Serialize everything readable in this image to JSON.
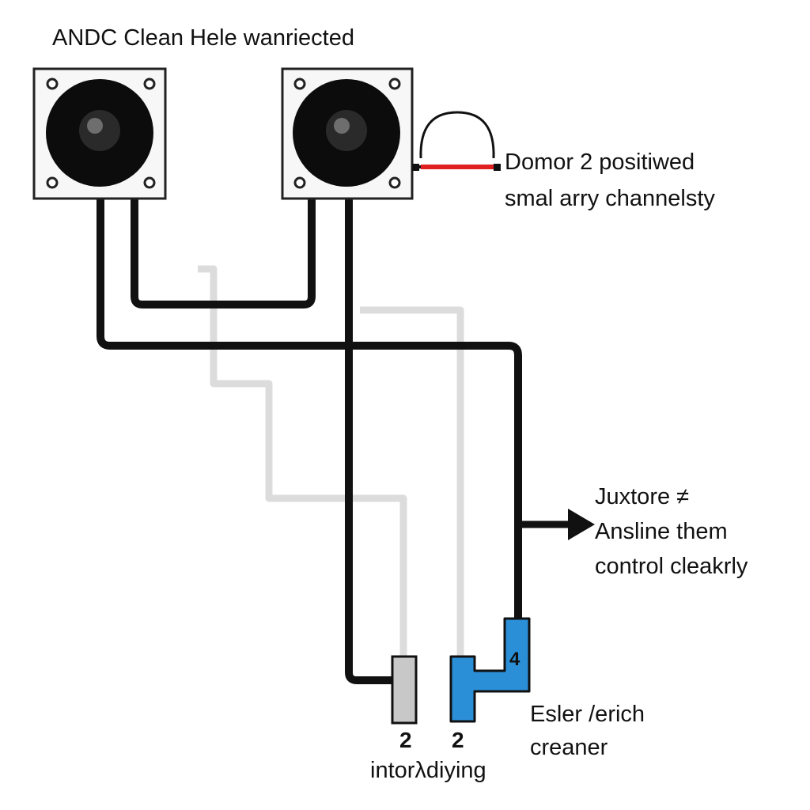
{
  "diagram": {
    "title": "ANDC Clean Hele wanriected",
    "top_right_label": [
      "Domor 2 positiwed",
      "smal arry channelsty"
    ],
    "mid_right_label": [
      "Juxtore ≠",
      "Ansline them",
      "control cleakrly"
    ],
    "bottom_right_label": [
      "Esler /erich",
      "creaner"
    ],
    "bottom_center_label": "intorλdiying",
    "connector_numbers": [
      "2",
      "2",
      "4"
    ]
  },
  "colors": {
    "wire_black": "#111111",
    "wire_gray": "#dcdcdc",
    "wire_red": "#e02020",
    "connector_blue": "#2b8fd8",
    "connector_gray": "#c8c8c8",
    "speaker_frame": "#f7f7f7"
  },
  "icons": [
    "speaker-icon",
    "speaker-icon",
    "arrow-right-icon"
  ]
}
